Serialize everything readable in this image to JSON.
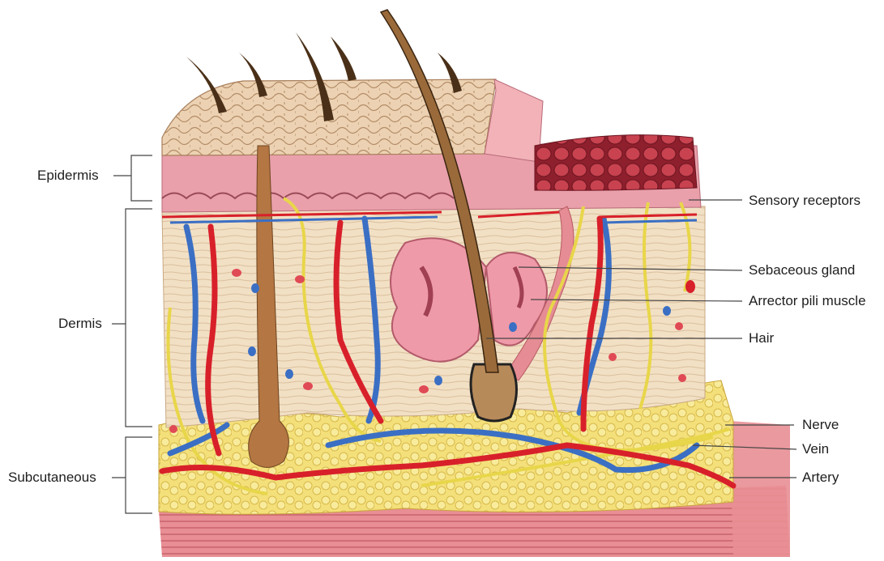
{
  "labels_left": {
    "epidermis": "Epidermis",
    "dermis": "Dermis",
    "subcutaneous": "Subcutaneous"
  },
  "labels_right": {
    "sensory_receptors": "Sensory receptors",
    "sebaceous_gland": "Sebaceous gland",
    "arrector_pili_muscle": "Arrector pili muscle",
    "hair": "Hair",
    "nerve": "Nerve",
    "vein": "Vein",
    "artery": "Artery"
  },
  "colors": {
    "epidermis_surface": "#e9c9a6",
    "epidermis_pink": "#e89aa6",
    "dermis": "#f1dcc0",
    "fat": "#f3e27a",
    "muscle": "#e8898f",
    "artery": "#d8202a",
    "vein": "#3b6fc4",
    "nerve": "#e8d64a",
    "hair": "#8a5a2b",
    "gland": "#ef9aa8"
  }
}
